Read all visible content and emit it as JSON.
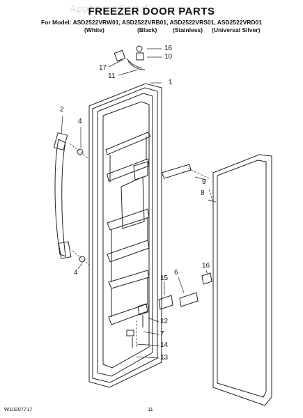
{
  "header": {
    "title": "FREEZER DOOR PARTS",
    "models_line": "For Model: ASD2522VRW01, ASD2522VRB01, ASD2522VRS01, ASD2522VRD01",
    "colors": [
      "(White)",
      "(Black)",
      "(Stainless)",
      "(Universal Silver)"
    ]
  },
  "watermark": "AppliancePartsPros.com",
  "callouts": {
    "c16a": "16",
    "c10": "10",
    "c17": "17",
    "c11": "11",
    "c1": "1",
    "c2": "2",
    "c4a": "4",
    "c9": "9",
    "c8": "8",
    "c4b": "4",
    "c16b": "16",
    "c15": "15",
    "c6": "6",
    "c12": "12",
    "c7": "7",
    "c14": "14",
    "c13": "13"
  },
  "footer": {
    "doc_number": "W10207717",
    "page_number": "11"
  }
}
